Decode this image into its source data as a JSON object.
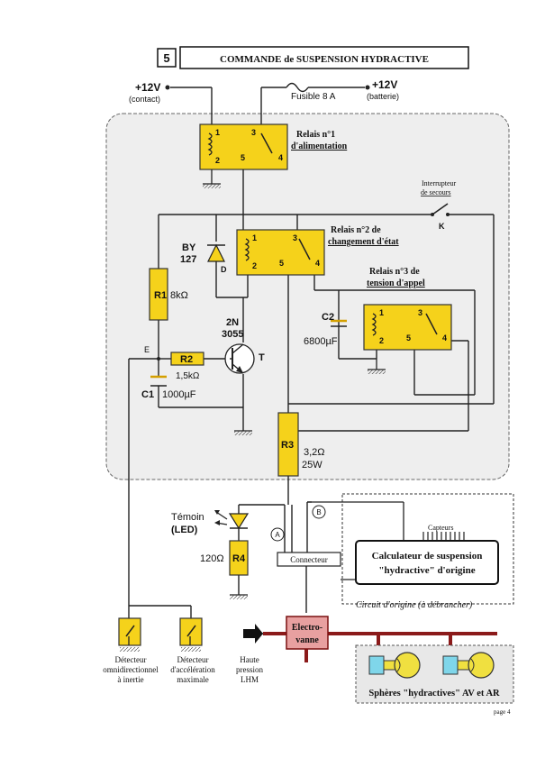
{
  "header": {
    "page_number_box": "5",
    "title": "COMMANDE de SUSPENSION HYDRACTIVE"
  },
  "supply": {
    "contact_voltage": "+12V",
    "contact_label": "(contact)",
    "battery_voltage": "+12V",
    "battery_label": "(batterie)",
    "fuse_label": "Fusible 8 A"
  },
  "relays": {
    "r1_title": "Relais n°1",
    "r1_subtitle": "d'alimentation",
    "r2_title": "Relais n°2 de",
    "r2_subtitle": "changement d'état",
    "r3_title": "Relais n°3  de",
    "r3_subtitle": "tension d'appel",
    "pins": {
      "p1": "1",
      "p2": "2",
      "p3": "3",
      "p4": "4",
      "p5": "5"
    }
  },
  "switch_k": {
    "label_line1": "Interrupteur",
    "label_line2": "de  secours",
    "letter": "K"
  },
  "diode": {
    "ref_line1": "BY",
    "ref_line2": "127",
    "letter": "D"
  },
  "r1": {
    "ref": "R1",
    "value": "8kΩ"
  },
  "transistor": {
    "ref_line1": "2N",
    "ref_line2": "3055",
    "letter": "T"
  },
  "c2": {
    "ref": "C2",
    "value": "6800µF"
  },
  "node_e": "E",
  "r2": {
    "ref": "R2",
    "value": "1,5kΩ"
  },
  "c1": {
    "ref": "C1",
    "value": "1000µF"
  },
  "r3": {
    "ref": "R3",
    "value_line1": "3,2Ω",
    "value_line2": "25W"
  },
  "led": {
    "label_line1": "Témoin",
    "label_line2": "(LED)"
  },
  "r4": {
    "ref": "R4",
    "value": "120Ω"
  },
  "markers": {
    "a": "A",
    "b": "B"
  },
  "connector_label": "Connecteur",
  "calculator": {
    "sensors_label": "Capteurs",
    "line1": "Calculateur de suspension",
    "line2": "\"hydractive\"  d'origine"
  },
  "original_circuit_label": "Circuit d'origine (à débrancher)",
  "electrovanne": {
    "line1": "Electro-",
    "line2": "vanne"
  },
  "detectors": {
    "d1_line1": "Détecteur",
    "d1_line2": "omnidirectionnel",
    "d1_line3": "à inertie",
    "d2_line1": "Détecteur",
    "d2_line2": "d'accélération",
    "d2_line3": "maximale"
  },
  "pressure": {
    "line1": "Haute",
    "line2": "pression",
    "line3": "LHM"
  },
  "spheres_label": "Sphères \"hydractives\" AV et AR",
  "footer": {
    "page_label": "page 4"
  },
  "colors": {
    "relay_fill": "#f5d21b",
    "resistor_fill": "#f5d21b",
    "valve_fill": "#e8a0a0",
    "pipe": "#8b1a1a",
    "sphere_fill": "#f0e040",
    "sphere_cyan": "#7fd6ea",
    "panel_fill": "#eeeeee"
  }
}
